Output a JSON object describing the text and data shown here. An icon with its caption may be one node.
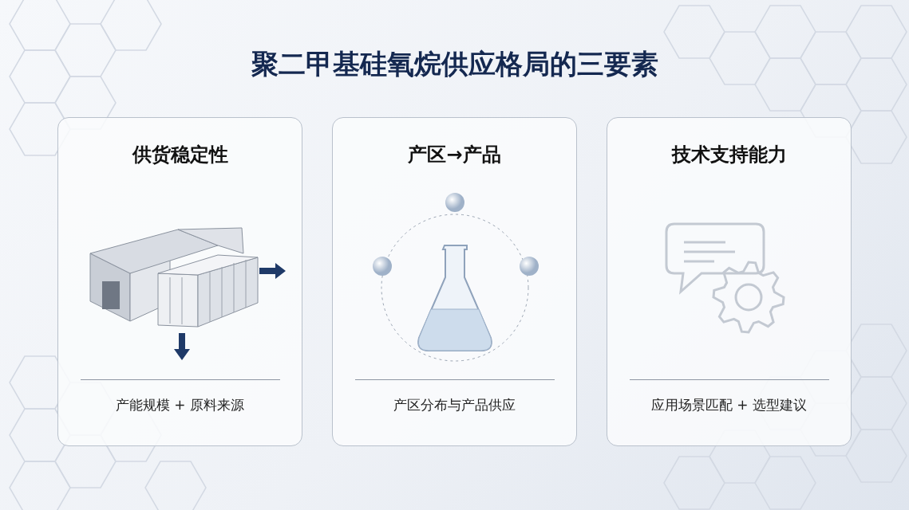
{
  "diagram": {
    "title": "聚二甲基硅氧烷供应格局的三要素",
    "nodes": [
      {
        "text": [
          "供货稳定性",
          "产能规模 + 原料来源"
        ]
      },
      {
        "text": [
          "产区→产品",
          "产区分布与产品供应"
        ]
      },
      {
        "text": [
          "技术支持能力",
          "应用场景匹配 + 选型建议"
        ]
      }
    ]
  }
}
